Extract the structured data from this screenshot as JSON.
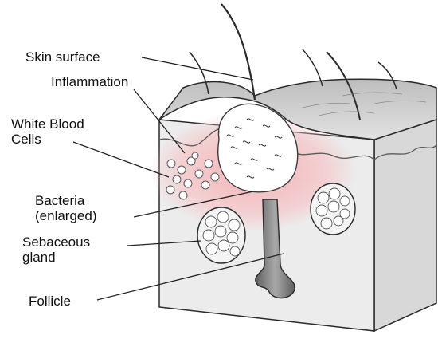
{
  "labels": {
    "skin_surface": "Skin surface",
    "inflammation": "Inflammation",
    "white_blood_cells": [
      "White Blood",
      "Cells"
    ],
    "bacteria": [
      "Bacteria",
      "(enlarged)"
    ],
    "sebaceous_gland": [
      "Sebaceous",
      "gland"
    ],
    "follicle": "Follicle"
  },
  "colors": {
    "outline": "#2a2a2a",
    "skin_side": "#e9e9e9",
    "skin_top": "#cfcfcf",
    "inflammation": "#f3a9ae",
    "lesion": "#ffffff",
    "follicle": "#7a7a7a",
    "leader_line": "#222222"
  }
}
